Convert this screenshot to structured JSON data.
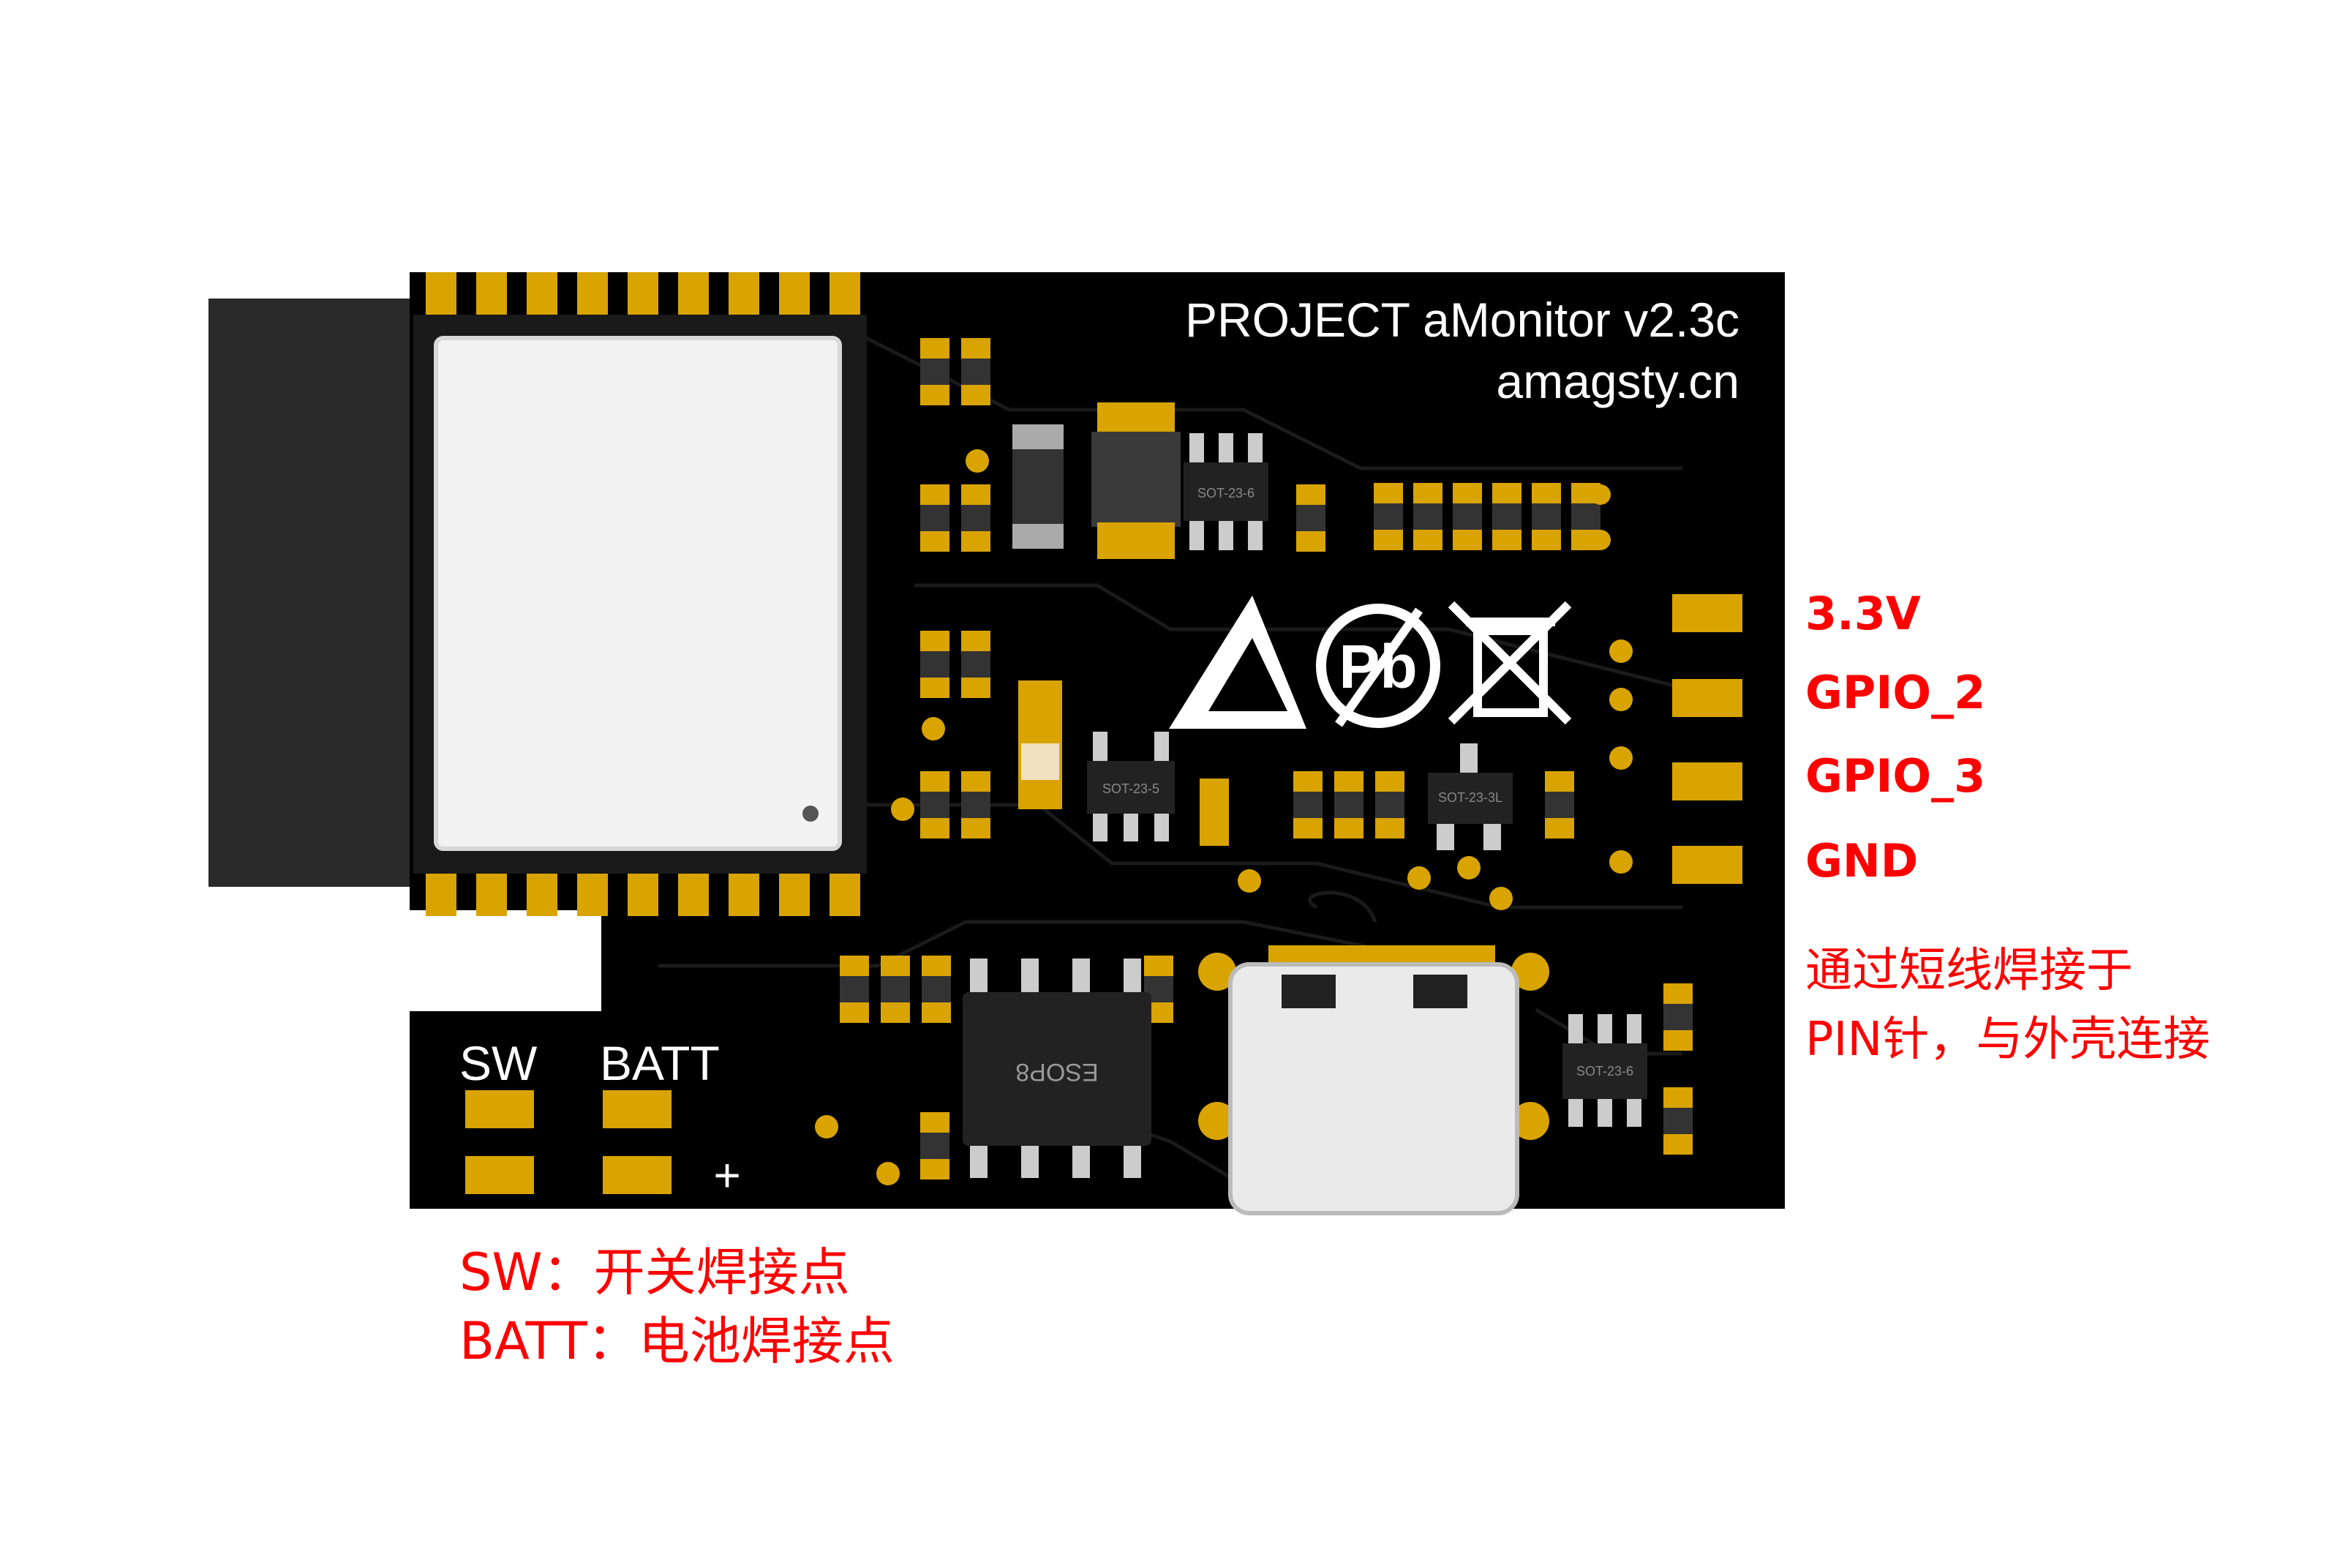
{
  "board": {
    "title": "PROJECT aMonitor v2.3c",
    "url": "amagsty.cn",
    "left_header": {
      "sw": "SW",
      "batt": "BATT"
    },
    "batt_plus": "+",
    "chip_label": "ESOP8",
    "sot_labels": [
      "SOT-23-6",
      "SOT-23-5",
      "SOT-23-3L",
      "SOT-23-6"
    ],
    "colors": {
      "pcb": "#000000",
      "pad": "#d9a400",
      "silk": "#ffffff",
      "callout": "#ff0000",
      "module_shield": "#f2f2f2",
      "antenna": "#2a2a2a"
    }
  },
  "pin_callouts": [
    "3.3V",
    "GPIO_2",
    "GPIO_3",
    "GND"
  ],
  "pin_note": [
    "通过短线焊接于",
    "PIN针，与外壳连接"
  ],
  "legend": [
    "SW：开关焊接点",
    "BATT：电池焊接点"
  ]
}
